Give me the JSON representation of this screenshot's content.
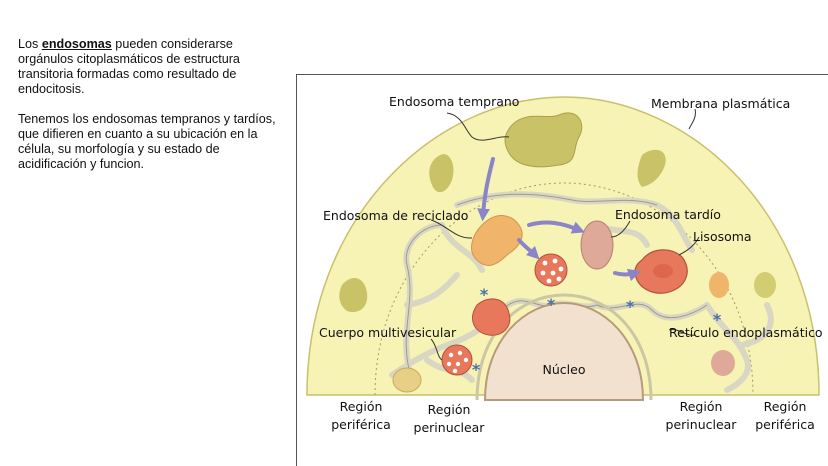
{
  "description": {
    "p1_pre": "Los ",
    "p1_bold": "endosomas",
    "p1_post": " pueden considerarse orgánulos citoplasmáticos de estructura transitoria formadas como resultado de endocitosis.",
    "p2": "Tenemos los endosomas tempranos y tardíos, que difieren en cuanto a su ubicación en la célula, su morfología y su estado de acidificación y funcion."
  },
  "diagram": {
    "labels": {
      "endosoma_temprano": "Endosoma temprano",
      "membrana_plasmatica": "Membrana plasmática",
      "endosoma_reciclado": "Endosoma de reciclado",
      "endosoma_tardio": "Endosoma tardío",
      "lisosoma": "Lisosoma",
      "cuerpo_multivesicular": "Cuerpo multivesicular",
      "reticulo": "Retículo endoplasmático",
      "nucleo": "Núcleo"
    },
    "regions": {
      "periferica_left_1": "Región",
      "periferica_left_2": "periférica",
      "perinuclear_left_1": "Región",
      "perinuclear_left_2": "perinuclear",
      "perinuclear_right_1": "Región",
      "perinuclear_right_2": "perinuclear",
      "periferica_right_1": "Región",
      "periferica_right_2": "periférica"
    },
    "colors": {
      "cytoplasm": "#f7f3b4",
      "nucleus": "#f2e1ce",
      "early_endosome": "#c9c266",
      "recycling_endosome": "#f0b46a",
      "late_endosome": "#dfa99a",
      "lysosome": "#e8785c",
      "arrow": "#8a84c8",
      "asterisk": "#4a6fa5"
    }
  }
}
